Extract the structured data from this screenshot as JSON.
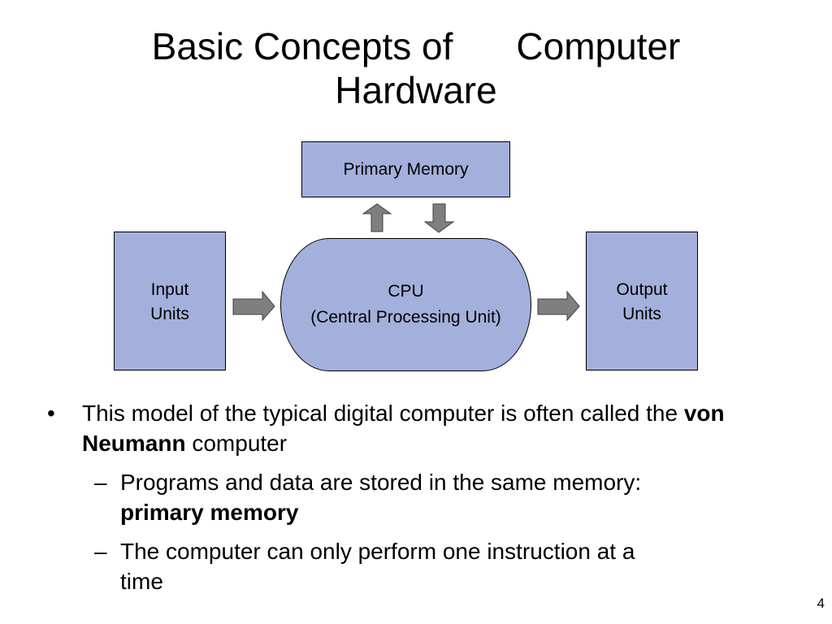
{
  "title": {
    "line1_a": "Basic Concepts of",
    "line1_b": "Computer",
    "line2": "Hardware"
  },
  "diagram": {
    "primary_memory": "Primary Memory",
    "input_units": [
      "Input",
      "Units"
    ],
    "cpu": [
      "CPU",
      "(Central Processing Unit)"
    ],
    "output_units": [
      "Output",
      "Units"
    ],
    "box_fill": "#a4b0dc",
    "arrow_fill": "#7f7f7f"
  },
  "bullets": [
    {
      "pre": "This model of the typical digital computer is often called the ",
      "bold": "von Neumann",
      "post": " computer",
      "sub": [
        {
          "pre": "Programs and data are stored in the same memory: ",
          "bold": "primary memory",
          "post": ""
        },
        {
          "pre": "The computer can only perform one instruction at a time",
          "bold": "",
          "post": ""
        }
      ]
    }
  ],
  "markers": {
    "bullet": "•",
    "dash": "–"
  },
  "page_number": "4"
}
